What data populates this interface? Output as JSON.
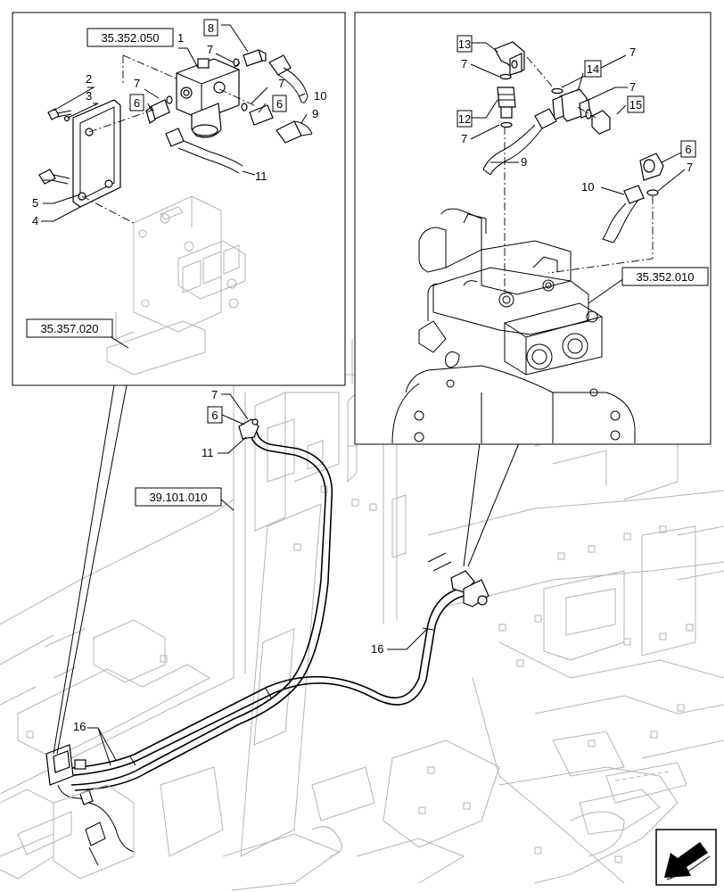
{
  "title": "",
  "references": {
    "solenoid_valve": "35.352.050",
    "bracket_assembly": "35.357.020",
    "valve_block": "35.352.010",
    "main_harness": "39.101.010"
  },
  "callouts": {
    "c1": "1",
    "c2": "2",
    "c3": "3",
    "c4": "4",
    "c5": "5",
    "c6": "6",
    "c7": "7",
    "c8": "8",
    "c9": "9",
    "c10": "10",
    "c11": "11",
    "c12": "12",
    "c13": "13",
    "c14": "14",
    "c15": "15",
    "c16": "16"
  },
  "icons": {
    "corner": "view-direction-arrow-icon"
  }
}
